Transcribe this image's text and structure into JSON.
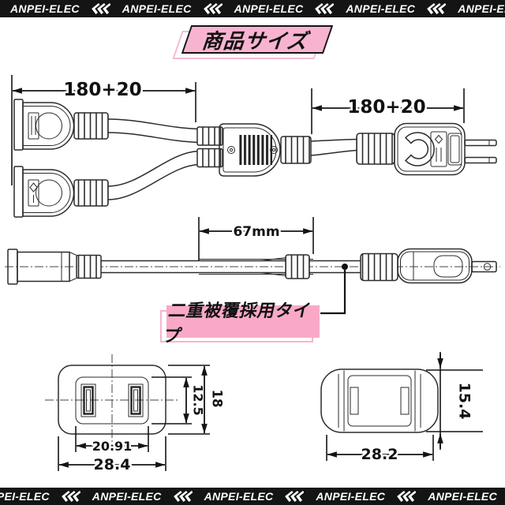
{
  "banner": {
    "brand": "ANPEI-ELEC"
  },
  "title": {
    "text": "商品サイズ"
  },
  "callout": {
    "text": "二重被覆採用タイプ"
  },
  "dimensions": {
    "left_cord": "180+20",
    "right_cord": "180+20",
    "junction_length": "67mm",
    "socket_outer_width": "28.4",
    "socket_slot_span": "20.91",
    "socket_outer_height": "18",
    "socket_inner_height": "12.5",
    "plug_width": "28.2",
    "plug_height": "15.4"
  }
}
